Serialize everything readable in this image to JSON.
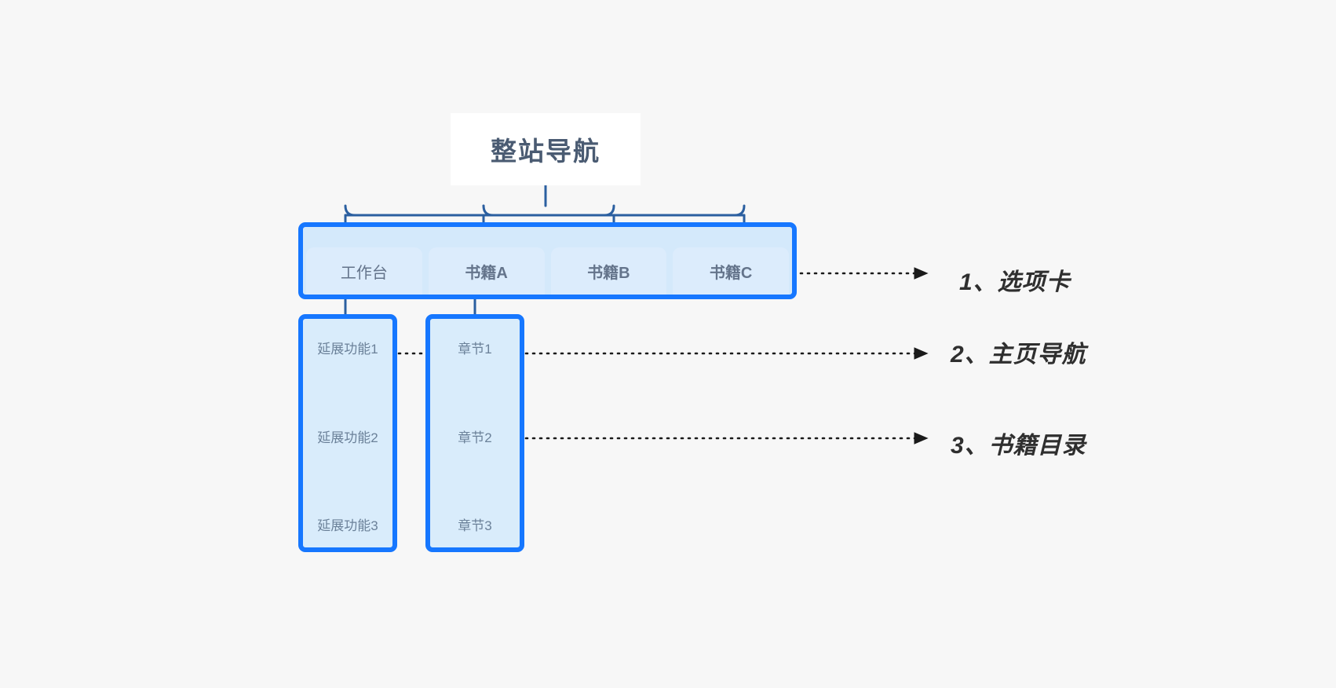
{
  "page": {
    "background_color": "#f7f7f7",
    "accent_blue": "#1677ff",
    "panel_fill": "#d9ecfb",
    "connector_color": "#2b5fa0",
    "label_color": "#6b8199"
  },
  "root": {
    "title": "整站导航"
  },
  "tabbar": {
    "tabs": [
      {
        "label": "工作台",
        "bold": false
      },
      {
        "label": "书籍A",
        "bold": true
      },
      {
        "label": "书籍B",
        "bold": true
      },
      {
        "label": "书籍C",
        "bold": true
      }
    ]
  },
  "panels": [
    {
      "name": "extensions",
      "items": [
        "延展功能1",
        "延展功能2",
        "延展功能3"
      ]
    },
    {
      "name": "chapters",
      "items": [
        "章节1",
        "章节2",
        "章节3"
      ]
    }
  ],
  "annotations": [
    {
      "id": "1",
      "text": "1、选项卡",
      "source": "书籍C"
    },
    {
      "id": "2",
      "text": "2、主页导航",
      "source": "延展功能1"
    },
    {
      "id": "3",
      "text": "3、书籍目录",
      "source": "章节2"
    }
  ]
}
